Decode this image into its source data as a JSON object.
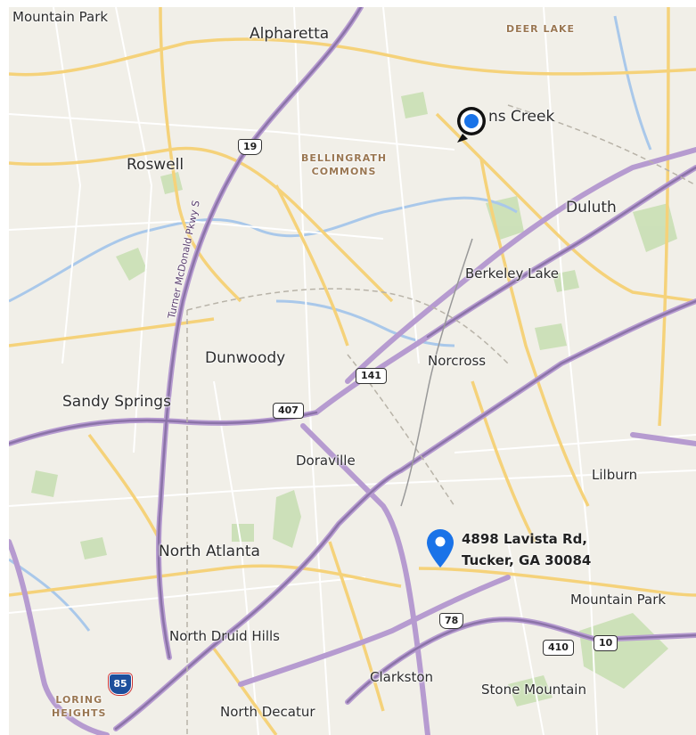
{
  "map": {
    "labels": {
      "mountain_park_nw": "Mountain Park",
      "alpharetta": "Alpharetta",
      "deer_lake": "DEER LAKE",
      "johns_creek": "ns Creek",
      "roswell": "Roswell",
      "bellingrath": "BELLINGRATH\nCOMMONS",
      "duluth": "Duluth",
      "berkeley_lake": "Berkeley Lake",
      "dunwoody": "Dunwoody",
      "norcross": "Norcross",
      "sandy_springs": "Sandy Springs",
      "doraville": "Doraville",
      "lilburn": "Lilburn",
      "north_atlanta": "North Atlanta",
      "mountain_park_se": "Mountain Park",
      "north_druid_hills": "North Druid Hills",
      "clarkston": "Clarkston",
      "stone_mountain": "Stone Mountain",
      "north_decatur": "North Decatur",
      "loring_heights": "LORING\nHEIGHTS",
      "turner_mcdonald": "Turner McDonald Pkwy S"
    },
    "shields": {
      "us19": "19",
      "r141": "141",
      "r407": "407",
      "us78": "78",
      "r410": "410",
      "r10": "10",
      "i85": "85"
    },
    "destination": {
      "address_line1": "4898 Lavista Rd,",
      "address_line2": "Tucker, GA 30084",
      "pin_color": "#1a73e8"
    },
    "current_location": {
      "color": "#1a73e8"
    },
    "colors": {
      "land": "#f1efe8",
      "park": "#c9dfb4",
      "water": "#a9c8ea",
      "highway": "#9a82b5",
      "major_road": "#f5d27a",
      "minor_road": "#ffffff"
    }
  }
}
